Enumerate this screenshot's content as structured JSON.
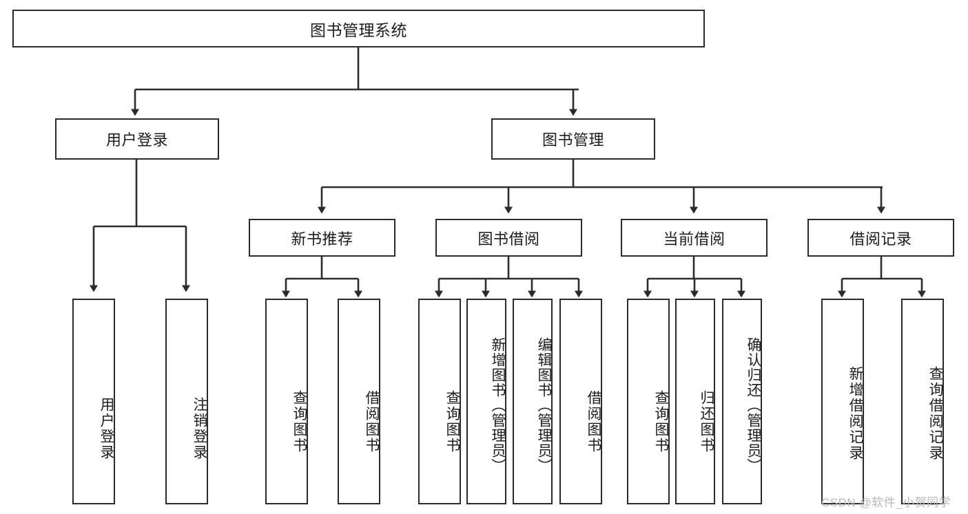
{
  "diagram": {
    "title": "图书管理系统",
    "type": "hierarchy-tree",
    "root": {
      "id": "root",
      "label": "图书管理系统"
    },
    "level2": [
      {
        "id": "user-login",
        "label": "用户登录"
      },
      {
        "id": "book-manage",
        "label": "图书管理"
      }
    ],
    "level3": [
      {
        "id": "new-book-recommend",
        "label": "新书推荐"
      },
      {
        "id": "book-borrow",
        "label": "图书借阅"
      },
      {
        "id": "current-borrow",
        "label": "当前借阅"
      },
      {
        "id": "borrow-record",
        "label": "借阅记录"
      }
    ],
    "leaves": [
      {
        "id": "leaf-user-login",
        "label": "用户登录",
        "parent": "user-login"
      },
      {
        "id": "leaf-logout-login",
        "label": "注销登录",
        "parent": "user-login"
      },
      {
        "id": "leaf-query-book-1",
        "label": "查询图书",
        "parent": "new-book-recommend"
      },
      {
        "id": "leaf-borrow-book-1",
        "label": "借阅图书",
        "parent": "new-book-recommend"
      },
      {
        "id": "leaf-query-book-2",
        "label": "查询图书",
        "parent": "book-borrow"
      },
      {
        "id": "leaf-add-book",
        "label": "新增图书（管理员）",
        "parent": "book-borrow"
      },
      {
        "id": "leaf-edit-book",
        "label": "编辑图书（管理员）",
        "parent": "book-borrow"
      },
      {
        "id": "leaf-borrow-book-2",
        "label": "借阅图书",
        "parent": "book-borrow"
      },
      {
        "id": "leaf-query-book-3",
        "label": "查询图书",
        "parent": "current-borrow"
      },
      {
        "id": "leaf-return-book",
        "label": "归还图书",
        "parent": "current-borrow"
      },
      {
        "id": "leaf-confirm-return",
        "label": "确认归还（管理员）",
        "parent": "current-borrow"
      },
      {
        "id": "leaf-add-record",
        "label": "新增借阅记录",
        "parent": "borrow-record"
      },
      {
        "id": "leaf-query-record",
        "label": "查询借阅记录",
        "parent": "borrow-record"
      }
    ]
  },
  "watermark": {
    "text": "CSDN @软件_小贺同学"
  },
  "colors": {
    "stroke": "#2b2b2b",
    "text": "#1c1c1c",
    "background": "#ffffff",
    "watermark": "#b8b8b8"
  }
}
